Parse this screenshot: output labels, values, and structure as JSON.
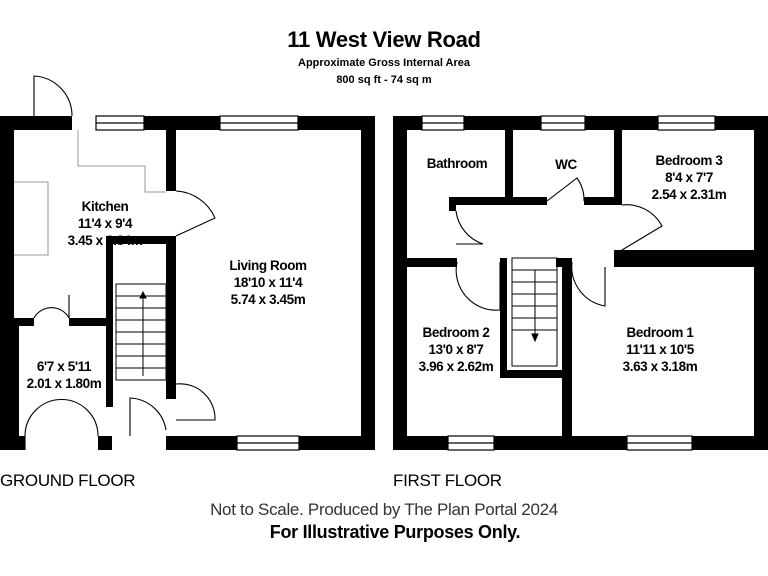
{
  "header": {
    "title": "11 West View Road",
    "subtitle": "Approximate Gross Internal Area",
    "area": "800 sq ft - 74 sq m"
  },
  "floors": {
    "ground": {
      "label": "GROUND FLOOR"
    },
    "first": {
      "label": "FIRST FLOOR"
    }
  },
  "rooms": {
    "kitchen": {
      "name": "Kitchen",
      "imperial": "11'4 x 9'4",
      "metric": "3.45 x 2.84m"
    },
    "living": {
      "name": "Living Room",
      "imperial": "18'10 x 11'4",
      "metric": "5.74 x 3.45m"
    },
    "hall": {
      "imperial": "6'7 x 5'11",
      "metric": "2.01 x 1.80m"
    },
    "bathroom": {
      "name": "Bathroom"
    },
    "wc": {
      "name": "WC"
    },
    "bedroom3": {
      "name": "Bedroom 3",
      "imperial": "8'4 x 7'7",
      "metric": "2.54 x 2.31m"
    },
    "bedroom2": {
      "name": "Bedroom 2",
      "imperial": "13'0 x 8'7",
      "metric": "3.96 x 2.62m"
    },
    "bedroom1": {
      "name": "Bedroom 1",
      "imperial": "11'11 x 10'5",
      "metric": "3.63 x 3.18m"
    }
  },
  "footer": {
    "line1": "Not to Scale. Produced by The Plan Portal 2024",
    "line2": "For Illustrative Purposes Only."
  },
  "colors": {
    "wall": "#000000",
    "background": "#ffffff",
    "fixture": "#9a9a9a"
  }
}
